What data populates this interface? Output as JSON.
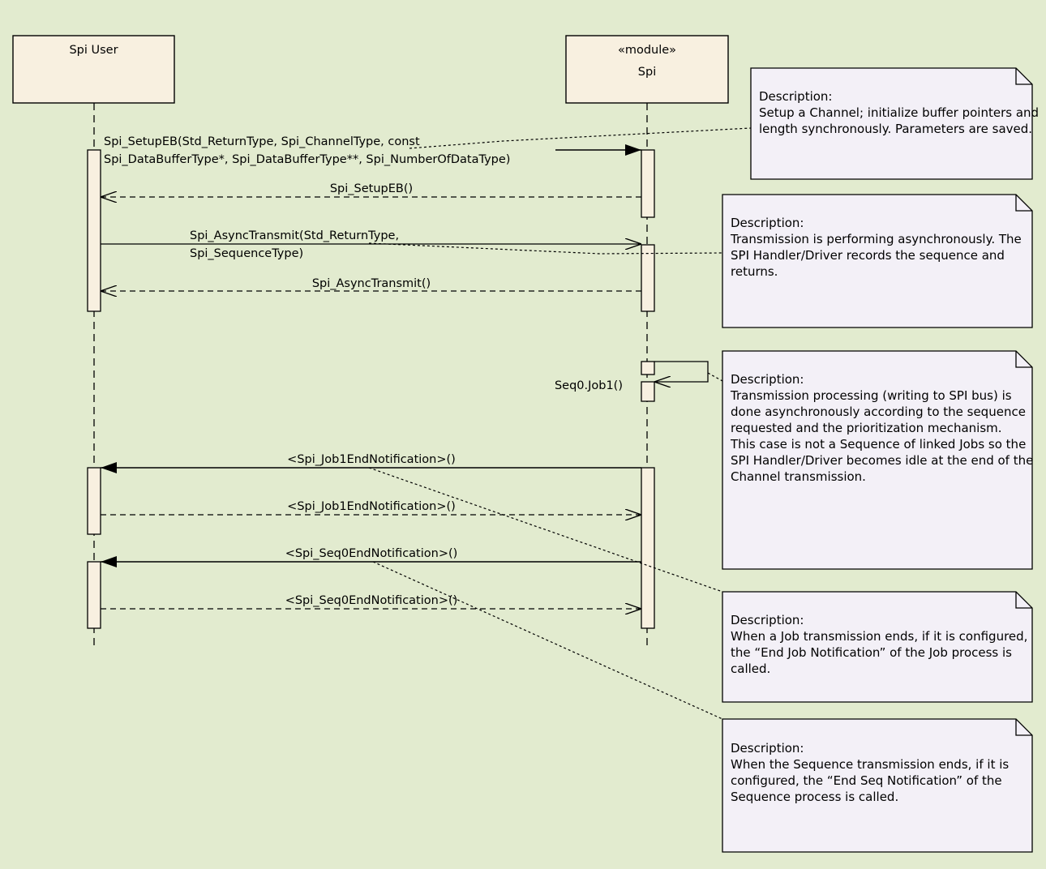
{
  "lifelines": {
    "user": {
      "label": "Spi User"
    },
    "spi": {
      "stereotype": "«module»",
      "label": "Spi"
    }
  },
  "messages": {
    "setup_call": [
      "Spi_SetupEB(Std_ReturnType, Spi_ChannelType, const",
      "Spi_DataBufferType*, Spi_DataBufferType**, Spi_NumberOfDataType)"
    ],
    "setup_return": "Spi_SetupEB()",
    "async_call": [
      "Spi_AsyncTransmit(Std_ReturnType,",
      "Spi_SequenceType)"
    ],
    "async_return": "Spi_AsyncTransmit()",
    "self_call": "Seq0.Job1()",
    "job1_call": "<Spi_Job1EndNotification>()",
    "job1_return": "<Spi_Job1EndNotification>()",
    "seq0_call": "<Spi_Seq0EndNotification>()",
    "seq0_return": "<Spi_Seq0EndNotification>()"
  },
  "notes": [
    {
      "lines": [
        "Description:",
        "Setup a Channel; initialize buffer pointers and",
        "length synchronously. Parameters are saved."
      ]
    },
    {
      "lines": [
        "Description:",
        "Transmission is performing asynchronously. The",
        "SPI Handler/Driver records the sequence and",
        "returns."
      ]
    },
    {
      "lines": [
        "Description:",
        "Transmission processing (writing to SPI bus) is",
        "done asynchronously according to the sequence",
        "requested and the prioritization mechanism.",
        "This case is not a Sequence of linked Jobs so the",
        "SPI Handler/Driver becomes idle at the end of the",
        "Channel transmission."
      ]
    },
    {
      "lines": [
        "Description:",
        "When a Job transmission ends, if it is configured,",
        "the “End Job Notification” of the Job process is",
        "called."
      ]
    },
    {
      "lines": [
        "Description:",
        "When the Sequence transmission ends, if it is",
        "configured, the “End Seq Notification” of the",
        "Sequence process is called."
      ]
    }
  ],
  "colors": {
    "background": "#e2ebcf",
    "box_fill": "#f8f0e0",
    "note_fill": "#f3f0f7",
    "line": "#000000"
  }
}
